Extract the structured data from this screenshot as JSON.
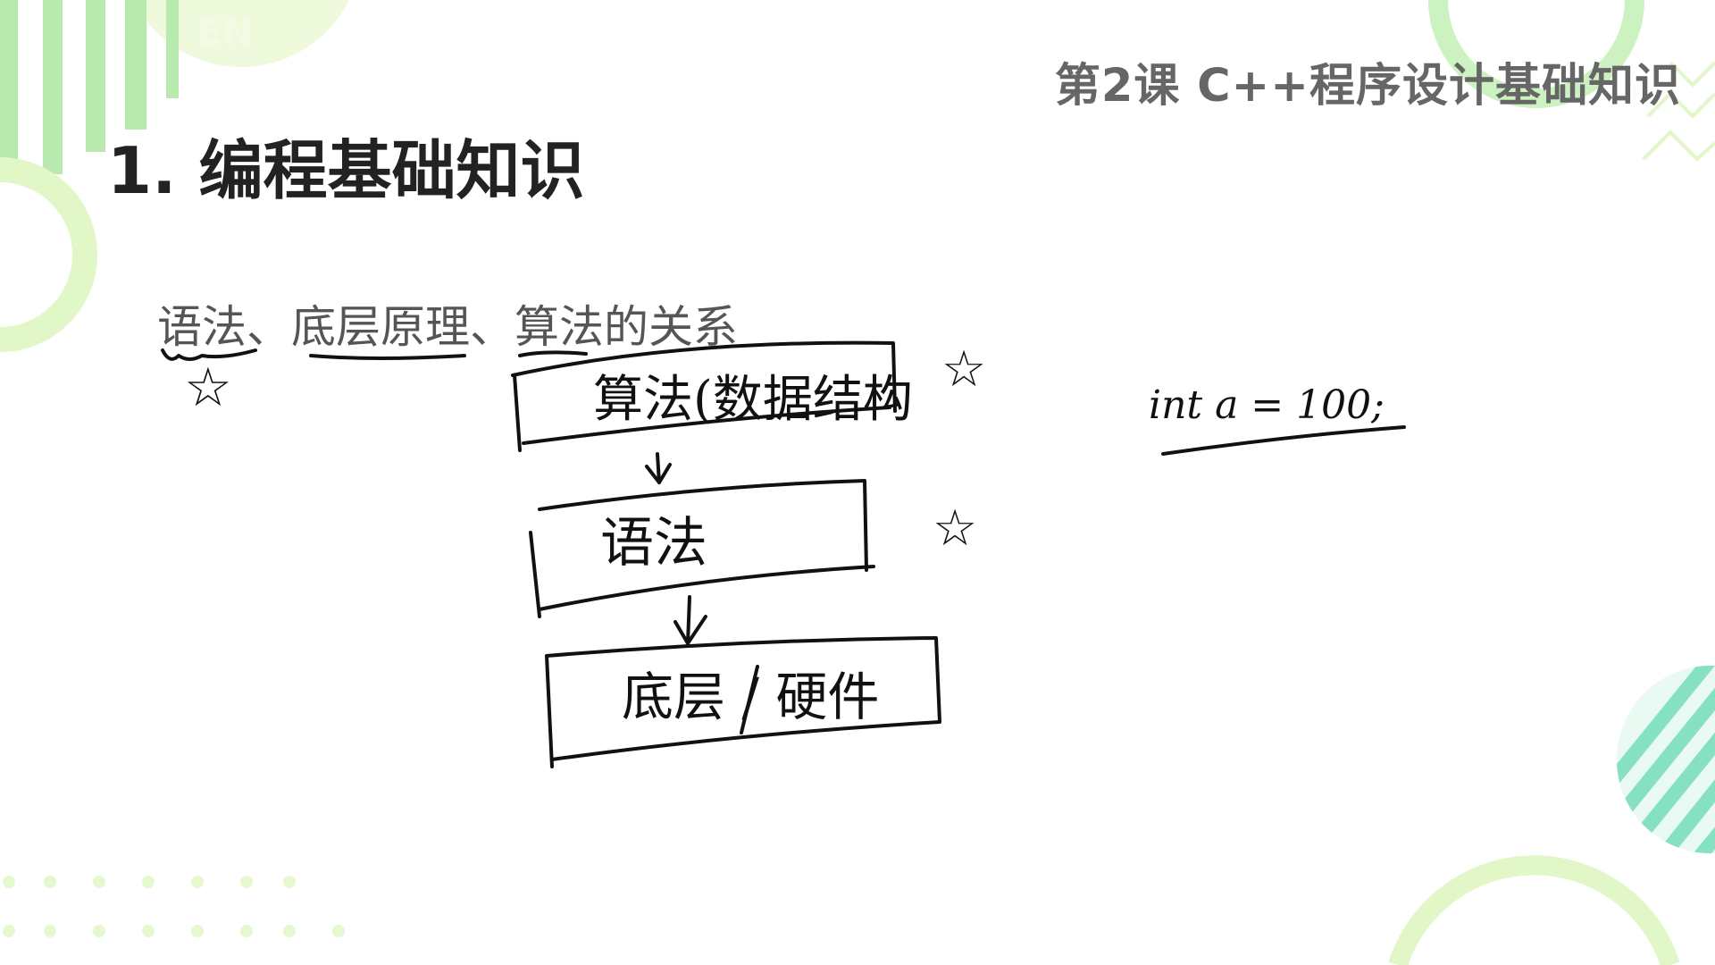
{
  "slide": {
    "watermark": "EN",
    "lesson_title": "第2课 C++程序设计基础知识",
    "section_title": "1. 编程基础知识",
    "subtitle": "语法、底层原理、算法的关系"
  },
  "annotations": {
    "box_top": "算法(数据结构",
    "box_middle": "语法",
    "box_bottom": "底层 / 硬件",
    "code_note": "int a = 100;",
    "star_glyph": "☆"
  },
  "colors": {
    "accent_green": "#a8e6a0",
    "accent_lime": "#d7f5a8",
    "accent_teal": "#7fe0c4",
    "ink": "#111111",
    "title_dark": "#222222",
    "title_gray": "#666666"
  }
}
